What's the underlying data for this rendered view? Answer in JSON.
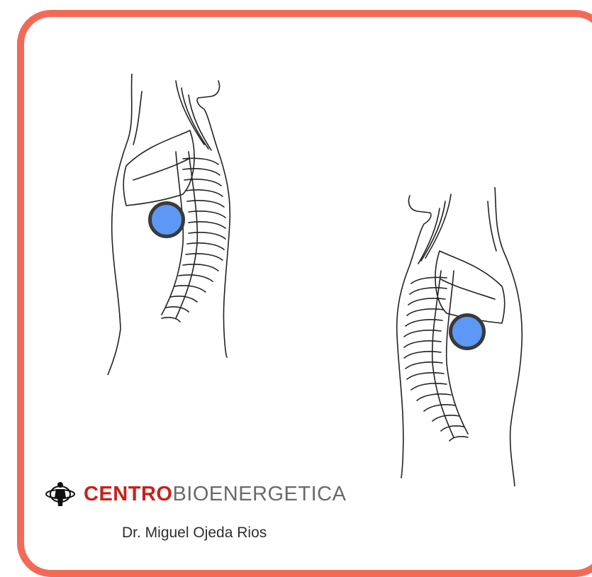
{
  "figures": {
    "left": {
      "label": ""
    },
    "right": {
      "label": ""
    }
  },
  "brand": {
    "name_strong": "CENTRO",
    "name_light": "BIOENERGETICA",
    "logo_icon": "human-figure-spiral-icon",
    "colors": {
      "strong": "#c8211c",
      "light": "#6a6a6a"
    }
  },
  "subtitle": "Dr. Miguel Ojeda Rios",
  "theme": {
    "frame_color": "#f26a57",
    "marker_fill": "#5d98f6",
    "marker_stroke": "#3a3a3a"
  }
}
